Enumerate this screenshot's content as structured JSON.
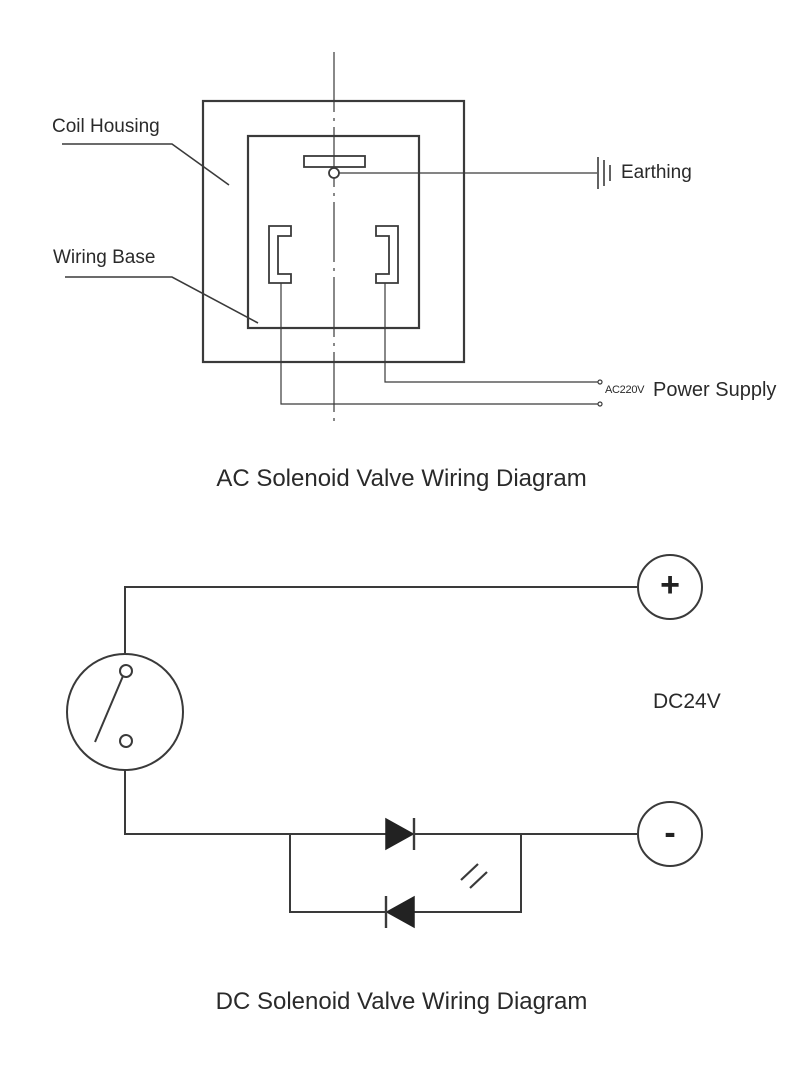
{
  "ac_diagram": {
    "labels": {
      "coil_housing": "Coil Housing",
      "wiring_base": "Wiring Base",
      "earthing": "Earthing",
      "voltage": "AC220V",
      "power_supply": "Power Supply"
    },
    "title": "AC Solenoid Valve Wiring Diagram"
  },
  "dc_diagram": {
    "voltage": "DC24V",
    "positive_symbol": "+",
    "negative_symbol": "-",
    "title": "DC Solenoid Valve Wiring Diagram"
  },
  "style": {
    "line_color": "#3a3a3a",
    "background": "#ffffff"
  }
}
